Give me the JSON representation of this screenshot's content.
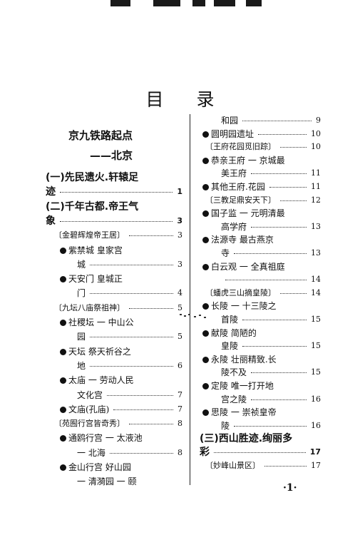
{
  "title": "目录",
  "left_header": {
    "line1": "京九铁路起点",
    "line2": "——北京"
  },
  "left": [
    {
      "text": "(一)先民遗火.轩辕足",
      "page": "",
      "style": "sec"
    },
    {
      "text": "迹",
      "page": "1",
      "style": "sec"
    },
    {
      "text": "(二)千年古都.帝王气",
      "page": "",
      "style": "sec"
    },
    {
      "text": "象",
      "page": "3",
      "style": "sec"
    },
    {
      "text": "〔金碧辉煌帝王居〕",
      "page": "3",
      "style": "bracket"
    },
    {
      "text": "紫禁城   皇家宫",
      "page": "",
      "style": "bullet"
    },
    {
      "text": "城",
      "page": "3",
      "style": "cont"
    },
    {
      "text": "天安门   皇城正",
      "page": "",
      "style": "bullet"
    },
    {
      "text": "门",
      "page": "4",
      "style": "cont"
    },
    {
      "text": "〔九坛八庙祭祖神〕",
      "page": "5",
      "style": "bracket"
    },
    {
      "text": "社稷坛 一 中山公",
      "page": "",
      "style": "bullet"
    },
    {
      "text": "园",
      "page": "5",
      "style": "cont"
    },
    {
      "text": "天坛   祭天祈谷之",
      "page": "",
      "style": "bullet"
    },
    {
      "text": "地",
      "page": "6",
      "style": "cont"
    },
    {
      "text": "太庙 一 劳动人民",
      "page": "",
      "style": "bullet"
    },
    {
      "text": "文化宫",
      "page": "7",
      "style": "cont"
    },
    {
      "text": "文庙(孔庙)",
      "page": "7",
      "style": "bullet"
    },
    {
      "text": "〔苑囿行宫皆奇秀〕",
      "page": "8",
      "style": "bracket"
    },
    {
      "text": "通鸥行宫 一 太液池",
      "page": "",
      "style": "bullet"
    },
    {
      "text": "一 北海",
      "page": "8",
      "style": "cont"
    },
    {
      "text": "金山行宫   好山园",
      "page": "",
      "style": "bullet"
    },
    {
      "text": "一 清漪园 一 颐",
      "page": "",
      "style": "cont"
    }
  ],
  "right": [
    {
      "text": "和园",
      "page": "9",
      "style": "cont"
    },
    {
      "text": "圆明园遗址",
      "page": "10",
      "style": "bullet"
    },
    {
      "text": "〔王府花园觅旧踪〕",
      "page": "10",
      "style": "bracket"
    },
    {
      "text": "恭亲王府 一 京城最",
      "page": "",
      "style": "bullet"
    },
    {
      "text": "美王府",
      "page": "11",
      "style": "cont"
    },
    {
      "text": "其他王府.花园",
      "page": "11",
      "style": "bullet"
    },
    {
      "text": "〔三教足鼎安天下〕",
      "page": "12",
      "style": "bracket"
    },
    {
      "text": "国子监 一 元明清最",
      "page": "",
      "style": "bullet"
    },
    {
      "text": "高学府",
      "page": "13",
      "style": "cont"
    },
    {
      "text": "法源寺   最古燕京",
      "page": "",
      "style": "bullet"
    },
    {
      "text": "寺",
      "page": "13",
      "style": "cont"
    },
    {
      "text": "白云观 一 全真祖庭",
      "page": "",
      "style": "bullet"
    },
    {
      "text": "",
      "page": "14",
      "style": "cont"
    },
    {
      "text": "〔蟠虎三山摘皇陵〕",
      "page": "14",
      "style": "bracket"
    },
    {
      "text": "长陵 一 十三陵之",
      "page": "",
      "style": "bullet"
    },
    {
      "text": "首陵",
      "page": "15",
      "style": "cont"
    },
    {
      "text": "献陵   简陋的",
      "page": "",
      "style": "bullet"
    },
    {
      "text": "皇陵",
      "page": "15",
      "style": "cont"
    },
    {
      "text": "永陵   壮丽精致.长",
      "page": "",
      "style": "bullet"
    },
    {
      "text": "陵不及",
      "page": "15",
      "style": "cont"
    },
    {
      "text": "定陵   唯一打开地",
      "page": "",
      "style": "bullet"
    },
    {
      "text": "宫之陵",
      "page": "16",
      "style": "cont"
    },
    {
      "text": "思陵 一 崇祯皇帝",
      "page": "",
      "style": "bullet"
    },
    {
      "text": "陵",
      "page": "16",
      "style": "cont"
    },
    {
      "text": "(三)西山胜迹.绚丽多",
      "page": "",
      "style": "sec"
    },
    {
      "text": "彩",
      "page": "17",
      "style": "sec"
    },
    {
      "text": "〔妙峰山景区〕",
      "page": "17",
      "style": "bracket"
    }
  ],
  "page_number": "·1·"
}
